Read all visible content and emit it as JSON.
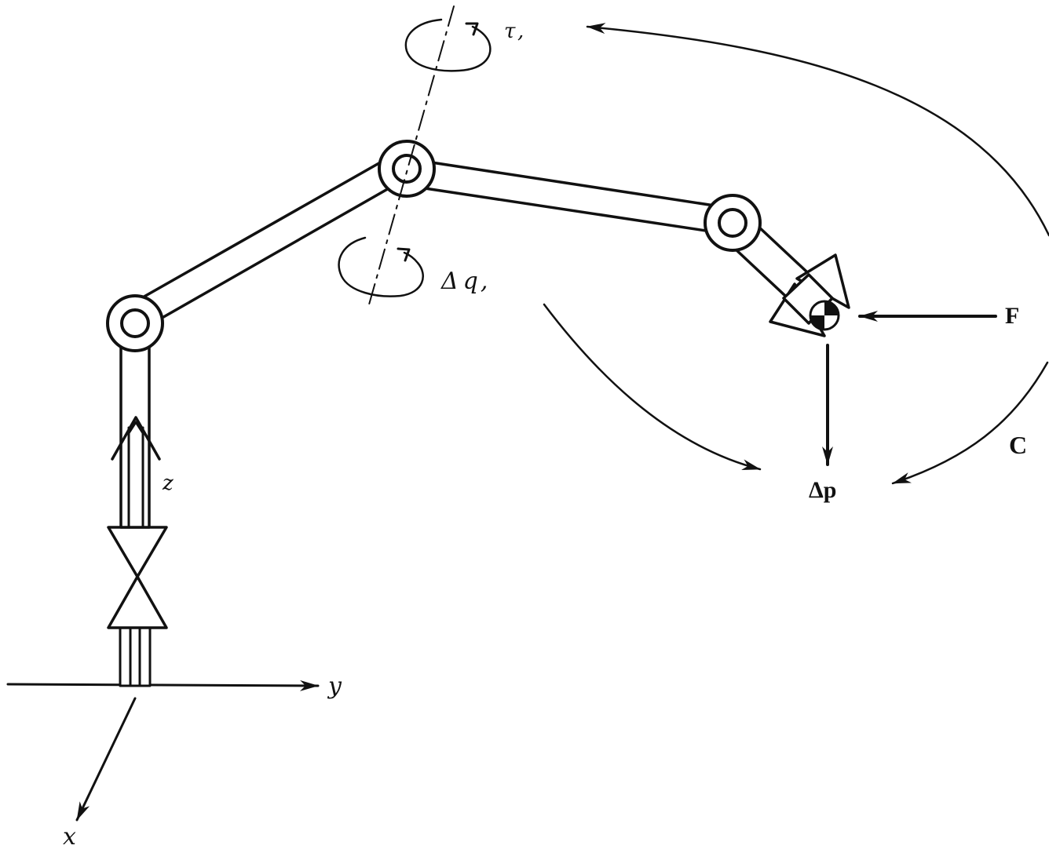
{
  "labels": {
    "x_axis": "x",
    "y_axis": "y",
    "z_axis": "z",
    "torque": "τ ,",
    "joint_disp": "Δ q ,",
    "force": "F",
    "compliance": "C",
    "displacement": "Δp"
  },
  "colors": {
    "ink": "#111111",
    "background": "#ffffff"
  }
}
